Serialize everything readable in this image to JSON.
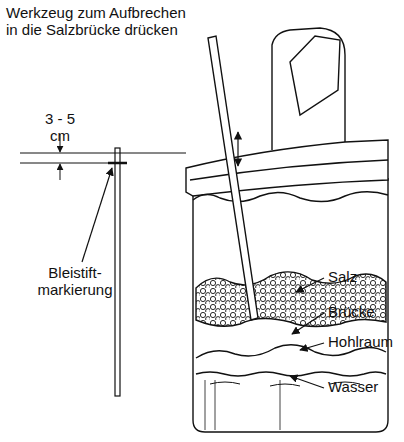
{
  "diagram": {
    "labels": [
      "Werkzeug zum Aufbrechen in die Salzbrücke drücken",
      "3 - 5 cm",
      "Bleistift- markierung",
      "Salz",
      "Brücke",
      "Hohlraum",
      "Wasser"
    ]
  }
}
